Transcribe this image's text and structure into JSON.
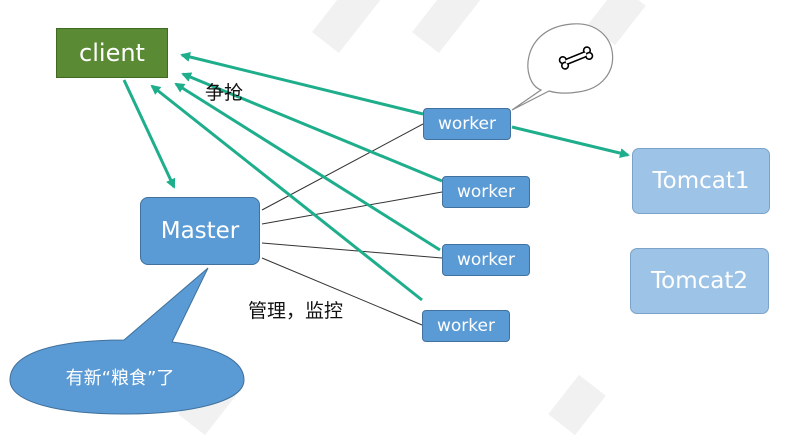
{
  "diagram": {
    "client": "client",
    "master": "Master",
    "workers": [
      "worker",
      "worker",
      "worker",
      "worker"
    ],
    "tomcats": [
      "Tomcat1",
      "Tomcat2"
    ],
    "compete_label": "争抢",
    "manage_label": "管理，监控",
    "callout_text": "有新“粮食”了",
    "bone_icon": "bone-icon"
  },
  "colors": {
    "arrow": "#1fae8c",
    "client_fill": "#5b8a34",
    "node_fill": "#5b9bd5",
    "tomcat_fill": "#9dc3e6",
    "line": "#333333"
  }
}
